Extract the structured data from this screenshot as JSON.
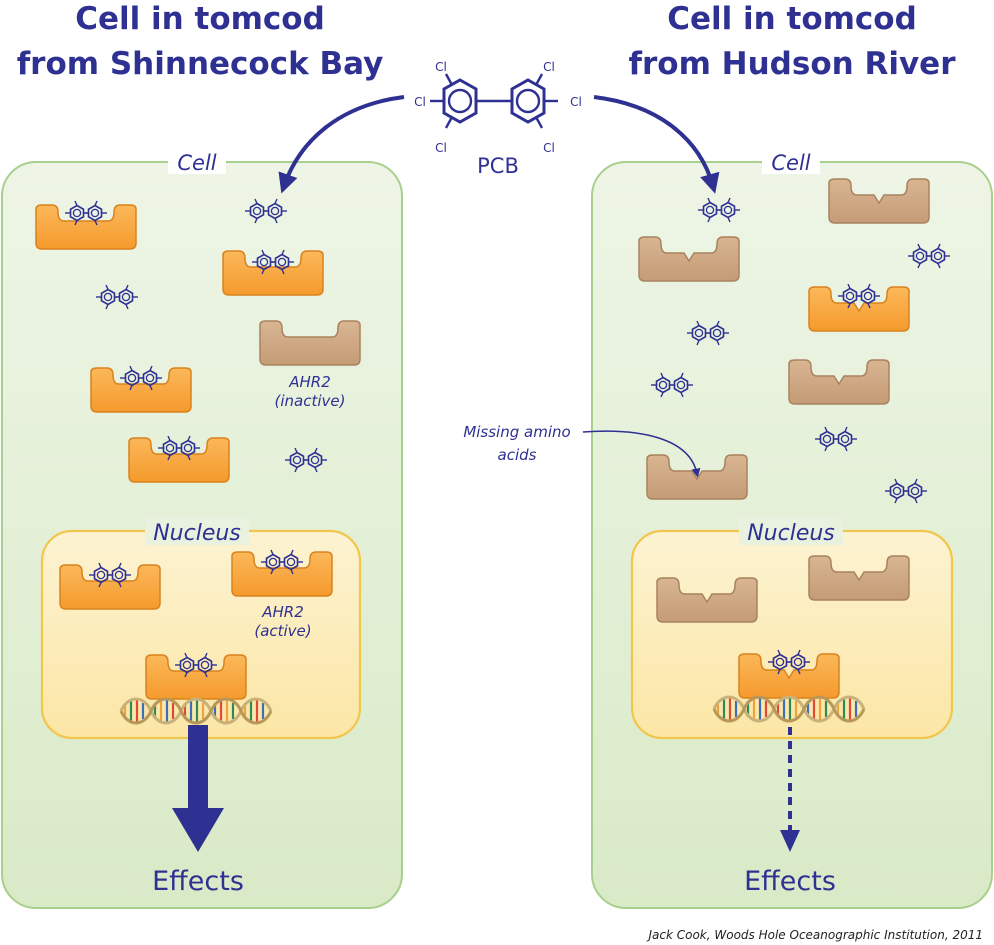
{
  "titles": {
    "left": [
      "Cell in tomcod",
      "from Shinnecock Bay"
    ],
    "right": [
      "Cell in tomcod",
      "from Hudson River"
    ]
  },
  "pcb": {
    "label": "PCB",
    "chlorine": "Cl"
  },
  "labels": {
    "cell": "Cell",
    "nucleus": "Nucleus",
    "ahr2_inactive": [
      "AHR2",
      "(inactive)"
    ],
    "ahr2_active": [
      "AHR2",
      "(active)"
    ],
    "missing": [
      "Missing amino",
      "acids"
    ],
    "effects": "Effects"
  },
  "credit": "Jack Cook, Woods Hole Oceanographic Institution, 2011",
  "colors": {
    "navy": "#2e3192",
    "cell_fill": "#e3efd6",
    "cell_stroke": "#a8d08d",
    "nucleus_fill": "#fdf1c8",
    "nucleus_stroke": "#f0c64c",
    "receptor_active": "#f7a23e",
    "receptor_inactive": "#c8a07c"
  }
}
